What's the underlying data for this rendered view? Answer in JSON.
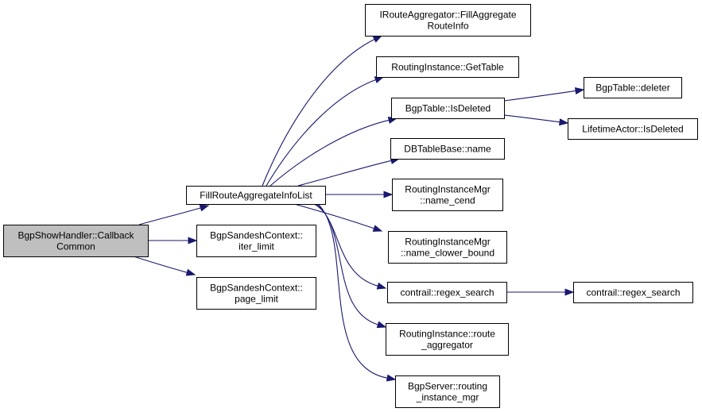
{
  "graph": {
    "type": "call-graph",
    "edge_color": "#191970",
    "root_fill": "#bfbfbf",
    "node_fill": "#ffffff",
    "nodes": [
      {
        "id": "root",
        "lines": [
          "BgpShowHandler::Callback",
          "Common"
        ],
        "highlighted": true
      },
      {
        "id": "fill_list",
        "lines": [
          "FillRouteAggregateInfoList"
        ]
      },
      {
        "id": "iter_limit",
        "lines": [
          "BgpSandeshContext::",
          "iter_limit"
        ]
      },
      {
        "id": "page_limit",
        "lines": [
          "BgpSandeshContext::",
          "page_limit"
        ]
      },
      {
        "id": "fill_aggregate",
        "lines": [
          "IRouteAggregator::FillAggregate",
          "RouteInfo"
        ]
      },
      {
        "id": "get_table",
        "lines": [
          "RoutingInstance::GetTable"
        ]
      },
      {
        "id": "is_deleted",
        "lines": [
          "BgpTable::IsDeleted"
        ]
      },
      {
        "id": "deleter",
        "lines": [
          "BgpTable::deleter"
        ]
      },
      {
        "id": "lifetime_is_deleted",
        "lines": [
          "LifetimeActor::IsDeleted"
        ]
      },
      {
        "id": "db_name",
        "lines": [
          "DBTableBase::name"
        ]
      },
      {
        "id": "name_cend",
        "lines": [
          "RoutingInstanceMgr",
          "::name_cend"
        ]
      },
      {
        "id": "name_clower_bound",
        "lines": [
          "RoutingInstanceMgr",
          "::name_clower_bound"
        ]
      },
      {
        "id": "regex_search_1",
        "lines": [
          "contrail::regex_search"
        ]
      },
      {
        "id": "regex_search_2",
        "lines": [
          "contrail::regex_search"
        ]
      },
      {
        "id": "route_aggregator",
        "lines": [
          "RoutingInstance::route",
          "_aggregator"
        ]
      },
      {
        "id": "routing_instance_mgr",
        "lines": [
          "BgpServer::routing",
          "_instance_mgr"
        ]
      }
    ],
    "edges": [
      {
        "from": "root",
        "to": "fill_list"
      },
      {
        "from": "root",
        "to": "iter_limit"
      },
      {
        "from": "root",
        "to": "page_limit"
      },
      {
        "from": "fill_list",
        "to": "fill_aggregate"
      },
      {
        "from": "fill_list",
        "to": "get_table"
      },
      {
        "from": "fill_list",
        "to": "is_deleted"
      },
      {
        "from": "fill_list",
        "to": "db_name"
      },
      {
        "from": "fill_list",
        "to": "name_cend"
      },
      {
        "from": "fill_list",
        "to": "name_clower_bound"
      },
      {
        "from": "fill_list",
        "to": "regex_search_1"
      },
      {
        "from": "fill_list",
        "to": "route_aggregator"
      },
      {
        "from": "fill_list",
        "to": "routing_instance_mgr"
      },
      {
        "from": "is_deleted",
        "to": "deleter"
      },
      {
        "from": "is_deleted",
        "to": "lifetime_is_deleted"
      },
      {
        "from": "regex_search_1",
        "to": "regex_search_2"
      }
    ]
  }
}
